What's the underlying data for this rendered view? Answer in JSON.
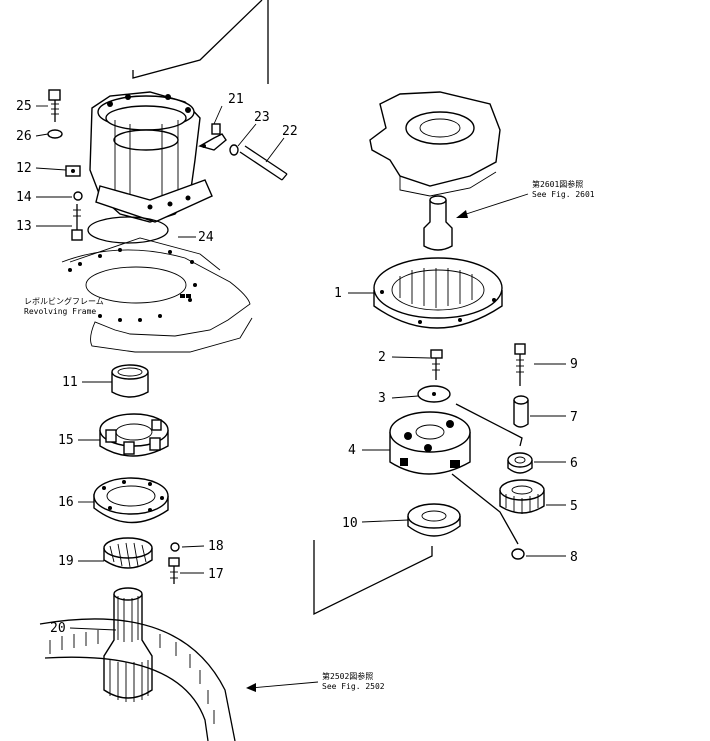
{
  "part_labels": {
    "p1": "1",
    "p2": "2",
    "p3": "3",
    "p4": "4",
    "p5": "5",
    "p6": "6",
    "p7": "7",
    "p8": "8",
    "p9": "9",
    "p10": "10",
    "p11": "11",
    "p12": "12",
    "p13": "13",
    "p14": "14",
    "p15": "15",
    "p16": "16",
    "p17": "17",
    "p18": "18",
    "p19": "19",
    "p20": "20",
    "p21": "21",
    "p22": "22",
    "p23": "23",
    "p24": "24",
    "p25": "25",
    "p26": "26"
  },
  "notes": {
    "ref_2601_jp": "第2601図参照",
    "ref_2601_en": "See Fig. 2601",
    "ref_2502_jp": "第2502図参照",
    "ref_2502_en": "See Fig. 2502",
    "frame_jp": "レボルビングフレーム",
    "frame_en": "Revolving Frame"
  }
}
